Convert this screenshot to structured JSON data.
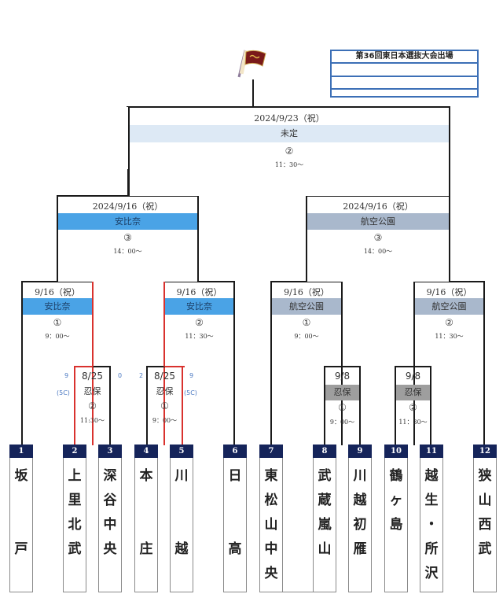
{
  "legend": {
    "title": "第36回東日本選抜大会出場",
    "rows": [
      "",
      "",
      ""
    ]
  },
  "icons": {
    "flag": "victory-flag-icon"
  },
  "colors": {
    "navy": "#15245a",
    "winner_line": "#d9322e",
    "venue_ahina": "#4aa3e6",
    "venue_koku": "#a9b8cc",
    "venue_oshi": "#9e9e9e",
    "venue_undecided": "#dde9f5",
    "legend_border": "#3c6fb6"
  },
  "final": {
    "date": "2024/9/23（祝）",
    "venue": "未定",
    "game": "②",
    "time": "11：30～"
  },
  "semis": [
    {
      "date": "2024/9/16（祝）",
      "venue": "安比奈",
      "game": "③",
      "time": "14：00～"
    },
    {
      "date": "2024/9/16（祝）",
      "venue": "航空公園",
      "game": "③",
      "time": "14：00～"
    }
  ],
  "quarters": [
    {
      "date": "9/16（祝）",
      "venue": "安比奈",
      "game": "①",
      "time": "9：00～"
    },
    {
      "date": "9/16（祝）",
      "venue": "安比奈",
      "game": "②",
      "time": "11：30～"
    },
    {
      "date": "9/16（祝）",
      "venue": "航空公園",
      "game": "①",
      "time": "9：00～"
    },
    {
      "date": "9/16（祝）",
      "venue": "航空公園",
      "game": "②",
      "time": "11：30～"
    }
  ],
  "first_round": [
    {
      "date": "8/25",
      "venue": "忍保",
      "game": "②",
      "time": "11:30～",
      "score_left": "9",
      "score_right": "0",
      "note_left": "(5C)",
      "note_right": ""
    },
    {
      "date": "8/25",
      "venue": "忍保",
      "game": "①",
      "time": "9：00～",
      "score_left": "2",
      "score_right": "9",
      "note_left": "",
      "note_right": "(5C)"
    },
    {
      "date": "9/8",
      "venue": "忍保",
      "game": "①",
      "time": "9：00～"
    },
    {
      "date": "9/8",
      "venue": "忍保",
      "game": "②",
      "time": "11：30～"
    }
  ],
  "teams": [
    {
      "no": "1",
      "name": [
        "坂",
        "",
        "",
        "戸"
      ]
    },
    {
      "no": "2",
      "name": [
        "上",
        "里",
        "北",
        "武"
      ]
    },
    {
      "no": "3",
      "name": [
        "深",
        "谷",
        "中",
        "央"
      ]
    },
    {
      "no": "4",
      "name": [
        "本",
        "",
        "",
        "庄"
      ]
    },
    {
      "no": "5",
      "name": [
        "川",
        "",
        "",
        "越"
      ]
    },
    {
      "no": "6",
      "name": [
        "日",
        "",
        "",
        "高"
      ]
    },
    {
      "no": "7",
      "name": [
        "東",
        "松",
        "山",
        "中",
        "央"
      ]
    },
    {
      "no": "8",
      "name": [
        "武",
        "蔵",
        "嵐",
        "山"
      ]
    },
    {
      "no": "9",
      "name": [
        "川",
        "越",
        "初",
        "雁"
      ]
    },
    {
      "no": "10",
      "name": [
        "鶴",
        "ヶ",
        "島"
      ]
    },
    {
      "no": "11",
      "name": [
        "越",
        "生",
        "・",
        "所",
        "沢"
      ]
    },
    {
      "no": "12",
      "name": [
        "狭",
        "山",
        "西",
        "武"
      ]
    }
  ]
}
